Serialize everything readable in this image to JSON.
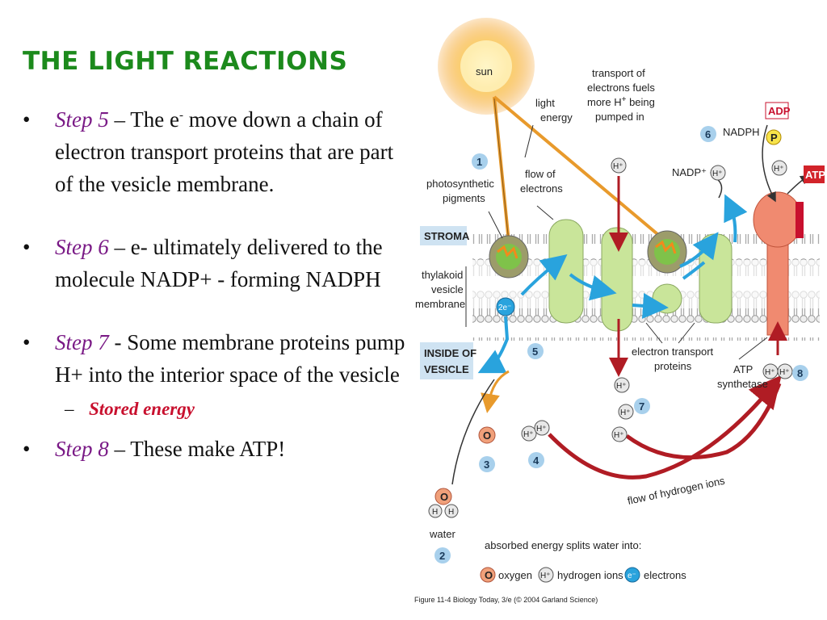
{
  "slide": {
    "title": "THE LIGHT REACTIONS",
    "bullets": [
      {
        "step": "Step 5",
        "text": " – The e",
        "sup": "-",
        "text2": " move down a chain of electron transport proteins that are part of the vesicle membrane."
      },
      {
        "step": "Step 6",
        "text": " – e- ultimately delivered to the molecule NADP+ - forming NADPH"
      },
      {
        "step": "Step 7",
        "text": " - Some membrane proteins pump H+ into the interior space of the vesicle",
        "sub": "Stored energy"
      },
      {
        "step": "Step 8",
        "text": " – These make ATP!"
      }
    ],
    "bullet_char": "•",
    "dash_char": "–"
  },
  "diagram": {
    "labels": {
      "sun": "sun",
      "light_energy_1": "light",
      "light_energy_2": "energy",
      "transport_1": "transport of",
      "transport_2": "electrons fuels",
      "transport_3": "more H",
      "transport_3_sup": "+",
      "transport_3b": " being",
      "transport_4": "pumped in",
      "photo_1": "photosynthetic",
      "photo_2": "pigments",
      "flow_e_1": "flow of",
      "flow_e_2": "electrons",
      "stroma": "STROMA",
      "thyl_1": "thylakoid",
      "thyl_2": "vesicle",
      "thyl_3": "membrane",
      "inside_1": "INSIDE OF",
      "inside_2": "VESICLE",
      "nadph": "NADPH",
      "nadp_plus": "NADP⁺ +",
      "adp": "ADP",
      "p": "P",
      "atp": "ATP",
      "etp_1": "electron transport",
      "etp_2": "proteins",
      "atps_1": "ATP",
      "atps_2": "synthetase",
      "flow_h": "flow of hydrogen ions",
      "water": "water",
      "splits": "absorbed energy splits water into:",
      "leg_oxygen": "oxygen",
      "leg_hydrogen": "hydrogen ions",
      "leg_electrons": "electrons",
      "caption": "Figure 11-4  Biology Today, 3/e (© 2004 Garland Science)",
      "o": "O",
      "h": "H",
      "hplus": "H⁺",
      "eminus": "e⁻",
      "two_e": "2e⁻"
    },
    "step_numbers": [
      "1",
      "2",
      "3",
      "4",
      "5",
      "6",
      "7",
      "8"
    ],
    "colors": {
      "title_green": "#1c8a1c",
      "step_purple": "#7a1a86",
      "stored_red": "#c8102e",
      "membrane_protein": "#c9e59a",
      "atp_synthase": "#f08a70",
      "arrow_blue": "#29a3dd",
      "arrow_red": "#b01c24",
      "arrow_orange": "#e89a2c",
      "badge_blue": "#a8d0ec",
      "label_box_blue": "#cfe3f2"
    }
  }
}
